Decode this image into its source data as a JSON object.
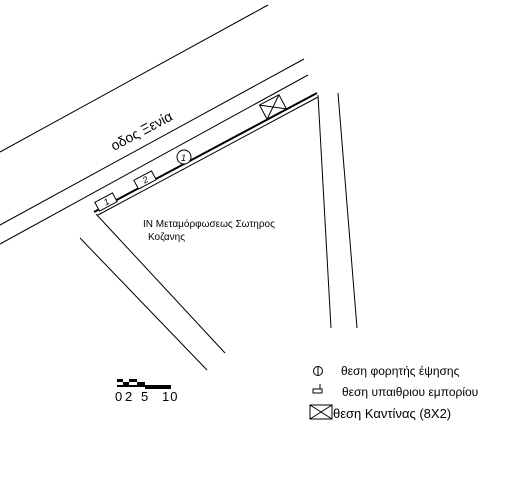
{
  "map": {
    "street_name": "οδος Ξενία",
    "church_label_line1": "ΙΝ Μεταμόρφωσεως Σωτηρος",
    "church_label_line2": "Κοζανης",
    "markers": {
      "stall_1": "1",
      "stall_2": "2",
      "vehicle_1": "1"
    }
  },
  "scale_bar": {
    "labels": [
      "0",
      "2",
      "5",
      "10"
    ]
  },
  "legend": {
    "items": [
      {
        "label": "θεση φορητής έψησης",
        "icon": "half-circle-icon"
      },
      {
        "label": "θεση υπαιθριου εμπορίου",
        "icon": "stall-icon"
      },
      {
        "label": "θεση Καντίνας (8Χ2)",
        "icon": "box-cross-icon"
      }
    ]
  }
}
